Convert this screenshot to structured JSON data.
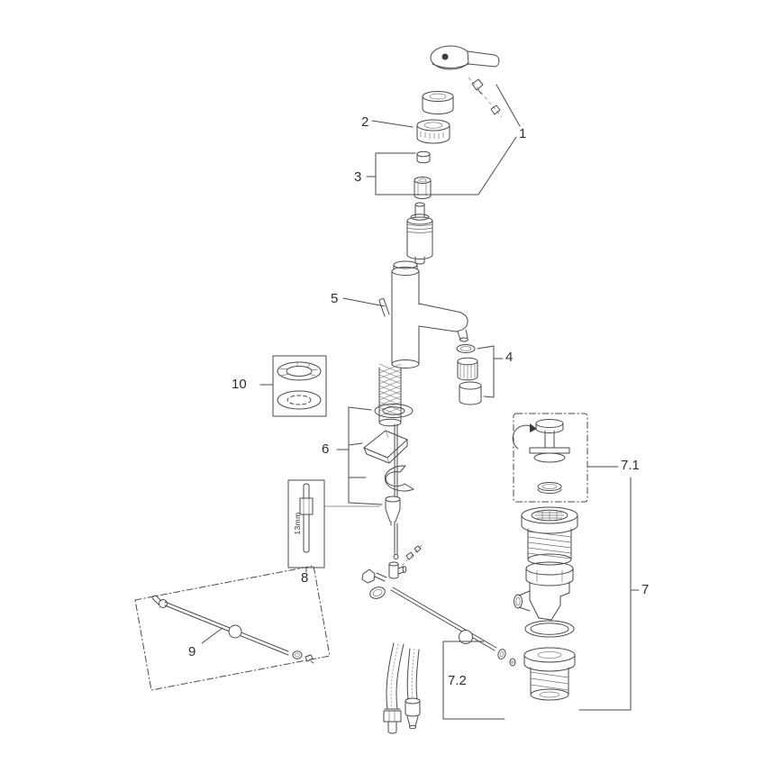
{
  "diagram": {
    "background": "#ffffff",
    "line_color": "#4a4a4a",
    "label_color": "#2e2e2e"
  },
  "labels": [
    {
      "part": "1",
      "text": "1"
    },
    {
      "part": "2",
      "text": "2"
    },
    {
      "part": "3",
      "text": "3"
    },
    {
      "part": "4",
      "text": "4"
    },
    {
      "part": "5",
      "text": "5"
    },
    {
      "part": "6",
      "text": "6"
    },
    {
      "part": "7",
      "text": "7"
    },
    {
      "part": "7.1",
      "text": "7.1"
    },
    {
      "part": "7.2",
      "text": "7.2"
    },
    {
      "part": "8",
      "text": "8"
    },
    {
      "part": "9",
      "text": "9"
    },
    {
      "part": "10",
      "text": "10"
    }
  ],
  "annotations": [
    {
      "id": "wrench-size",
      "text": "13mm"
    }
  ]
}
